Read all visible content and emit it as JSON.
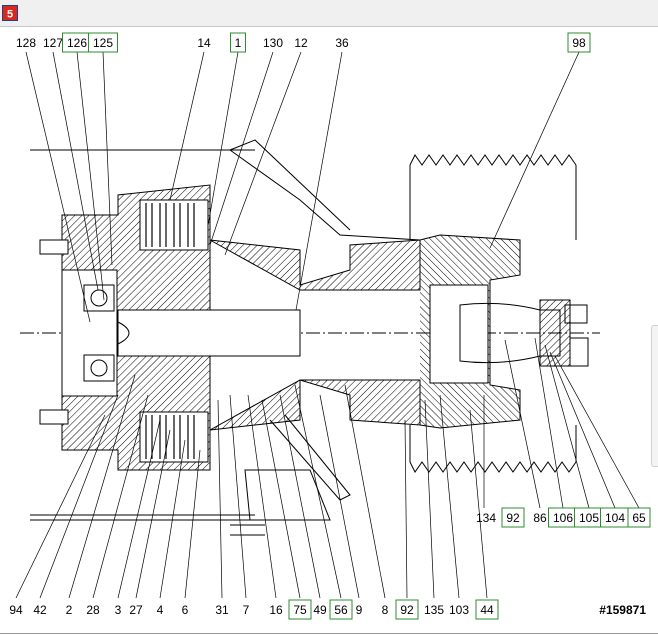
{
  "window": {
    "app_icon": "app-logo-icon"
  },
  "callouts": {
    "top": [
      {
        "text": "128",
        "boxed": false
      },
      {
        "text": "127",
        "boxed": false
      },
      {
        "text": "126",
        "boxed": true
      },
      {
        "text": "125",
        "boxed": true
      },
      {
        "text": "14",
        "boxed": false
      },
      {
        "text": "1",
        "boxed": true
      },
      {
        "text": "130",
        "boxed": false
      },
      {
        "text": "12",
        "boxed": false
      },
      {
        "text": "36",
        "boxed": false
      },
      {
        "text": "98",
        "boxed": true
      }
    ],
    "right": [
      {
        "text": "134",
        "boxed": false
      },
      {
        "text": "92",
        "boxed": true
      },
      {
        "text": "86",
        "boxed": false
      },
      {
        "text": "106",
        "boxed": true
      },
      {
        "text": "105",
        "boxed": true
      },
      {
        "text": "104",
        "boxed": true
      },
      {
        "text": "65",
        "boxed": true
      }
    ],
    "bottom": [
      {
        "text": "94",
        "boxed": false
      },
      {
        "text": "42",
        "boxed": false
      },
      {
        "text": "2",
        "boxed": false
      },
      {
        "text": "28",
        "boxed": false
      },
      {
        "text": "3",
        "boxed": false
      },
      {
        "text": "27",
        "boxed": false
      },
      {
        "text": "4",
        "boxed": false
      },
      {
        "text": "6",
        "boxed": false
      },
      {
        "text": "31",
        "boxed": false
      },
      {
        "text": "7",
        "boxed": false
      },
      {
        "text": "16",
        "boxed": false
      },
      {
        "text": "75",
        "boxed": true
      },
      {
        "text": "49",
        "boxed": false
      },
      {
        "text": "56",
        "boxed": true
      },
      {
        "text": "9",
        "boxed": false
      },
      {
        "text": "8",
        "boxed": false
      },
      {
        "text": "92",
        "boxed": true
      },
      {
        "text": "135",
        "boxed": false
      },
      {
        "text": "103",
        "boxed": false
      },
      {
        "text": "44",
        "boxed": true
      }
    ]
  },
  "drawing_number": "#159871",
  "colors": {
    "box_border": "#2e8b2e",
    "line": "#000000",
    "hatch": "#000000",
    "toolbar": "#f0f0f0"
  }
}
